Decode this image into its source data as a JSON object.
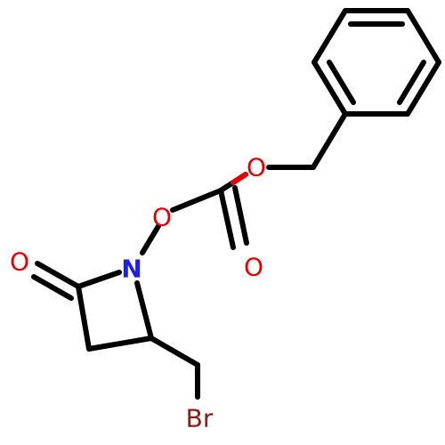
{
  "atoms": {
    "carbonyl_o": "O",
    "ring_n": "N",
    "linker_o": "O",
    "carbonate_o_double": "O",
    "ester_o": "O",
    "bromine": "Br"
  },
  "colors": {
    "bond": "#000000",
    "oxygen": "#e00000",
    "nitrogen": "#1f1fe6",
    "bromine": "#8b1a1a",
    "background": "#ffffff"
  }
}
